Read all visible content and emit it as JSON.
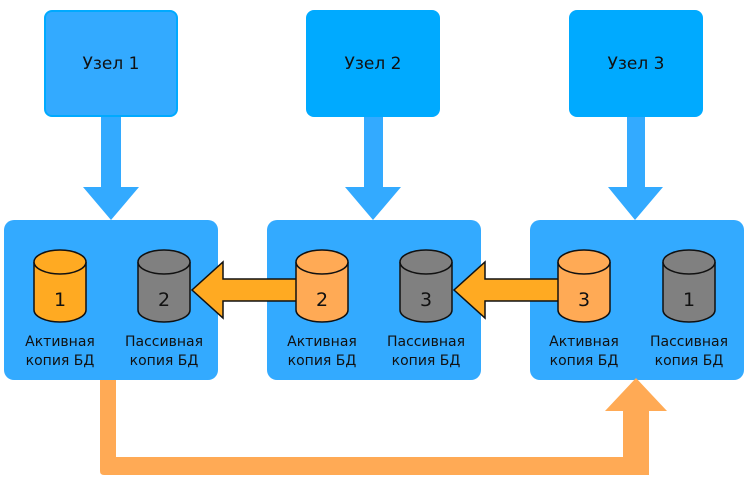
{
  "nodes": [
    {
      "label": "Узел 1"
    },
    {
      "label": "Узел 2"
    },
    {
      "label": "Узел 3"
    }
  ],
  "servers": [
    {
      "active": {
        "number": "1",
        "label_line1": "Активная",
        "label_line2": "копия БД"
      },
      "passive": {
        "number": "2",
        "label_line1": "Пассивная",
        "label_line2": "копия БД"
      }
    },
    {
      "active": {
        "number": "2",
        "label_line1": "Активная",
        "label_line2": "копия БД"
      },
      "passive": {
        "number": "3",
        "label_line1": "Пассивная",
        "label_line2": "копия БД"
      }
    },
    {
      "active": {
        "number": "3",
        "label_line1": "Активная",
        "label_line2": "копия БД"
      },
      "passive": {
        "number": "1",
        "label_line1": "Пассивная",
        "label_line2": "копия БД"
      }
    }
  ],
  "colors": {
    "node_fill": "#00aaff",
    "server_fill": "#33aaff",
    "arrow_blue": "#33aaff",
    "active_db_1": "#ffaa22",
    "active_db_other": "#ffaa55",
    "passive_db": "#808080",
    "replication_arrow": "#ffaa22",
    "return_arrow": "#ffaa55"
  }
}
